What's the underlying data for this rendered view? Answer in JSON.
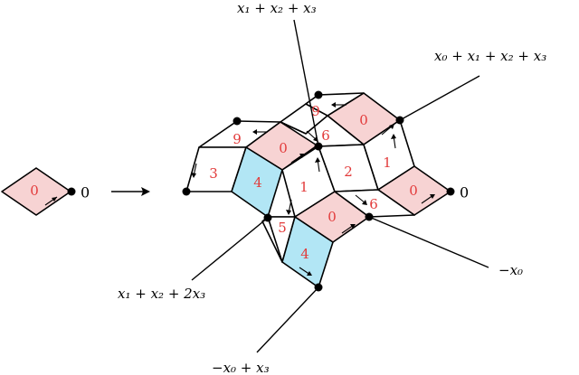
{
  "colors": {
    "pink": "#f7d3d3",
    "blue": "#b2e6f5",
    "number": "#e23a3a",
    "white": "#ffffff"
  },
  "left_tile": {
    "number": "0",
    "corner_label": "0"
  },
  "map_arrow": "map-arrow-icon",
  "tiles": [
    {
      "id": "t9a",
      "number": "9",
      "fill": "white"
    },
    {
      "id": "t0a",
      "number": "0",
      "fill": "pink"
    },
    {
      "id": "t9b",
      "number": "9",
      "fill": "white"
    },
    {
      "id": "t0b",
      "number": "0",
      "fill": "pink"
    },
    {
      "id": "t6",
      "number": "6",
      "fill": "white"
    },
    {
      "id": "t3",
      "number": "3",
      "fill": "white"
    },
    {
      "id": "t4a",
      "number": "4",
      "fill": "blue"
    },
    {
      "id": "t1a",
      "number": "1",
      "fill": "white"
    },
    {
      "id": "t2",
      "number": "2",
      "fill": "white"
    },
    {
      "id": "t1b",
      "number": "1",
      "fill": "white"
    },
    {
      "id": "t0c",
      "number": "0",
      "fill": "pink"
    },
    {
      "id": "t5",
      "number": "5",
      "fill": "white"
    },
    {
      "id": "t0d",
      "number": "0",
      "fill": "pink"
    },
    {
      "id": "t6b",
      "number": "6",
      "fill": "white"
    },
    {
      "id": "t4b",
      "number": "4",
      "fill": "blue"
    }
  ],
  "right_zero": "0",
  "labels": {
    "top": "x₁ + x₂ + x₃",
    "top_right": "x₀ + x₁ + x₂ + x₃",
    "bottom_left": "x₁ + x₂ + 2x₃",
    "bottom_right": "−x₀",
    "bottom": "−x₀ + x₃"
  }
}
